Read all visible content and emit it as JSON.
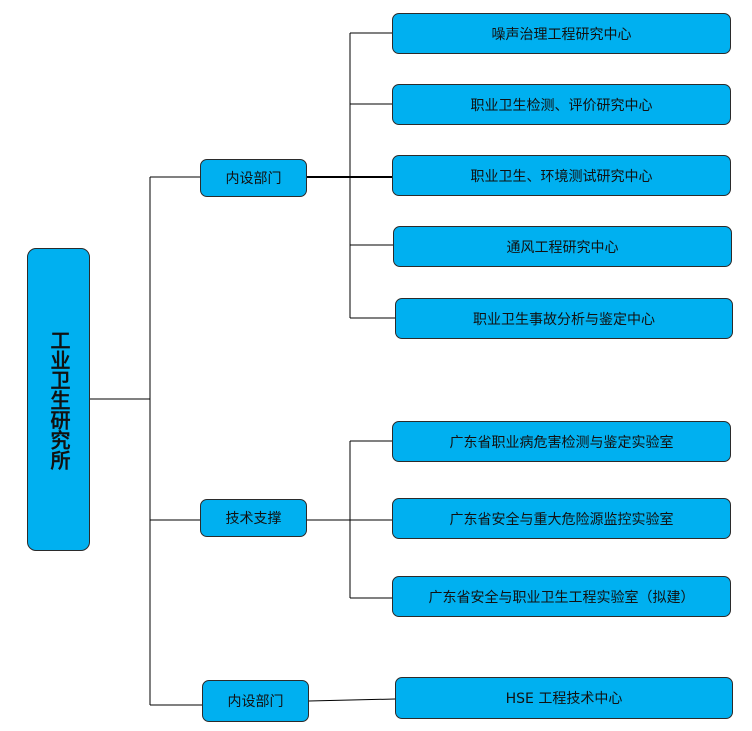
{
  "root": {
    "label": "工业卫生研究所"
  },
  "branches": [
    {
      "label": "内设部门",
      "children": [
        "噪声治理工程研究中心",
        "职业卫生检测、评价研究中心",
        "职业卫生、环境测试研究中心",
        "通风工程研究中心",
        "职业卫生事故分析与鉴定中心"
      ]
    },
    {
      "label": "技术支撑",
      "children": [
        "广东省职业病危害检测与鉴定实验室",
        "广东省安全与重大危险源监控实验室",
        "广东省安全与职业卫生工程实验室（拟建）"
      ]
    },
    {
      "label": "内设部门",
      "children": [
        "HSE 工程技术中心"
      ]
    }
  ],
  "colors": {
    "box_fill": "#00b0f0",
    "border": "#2b2b2b",
    "line": "#000000"
  }
}
